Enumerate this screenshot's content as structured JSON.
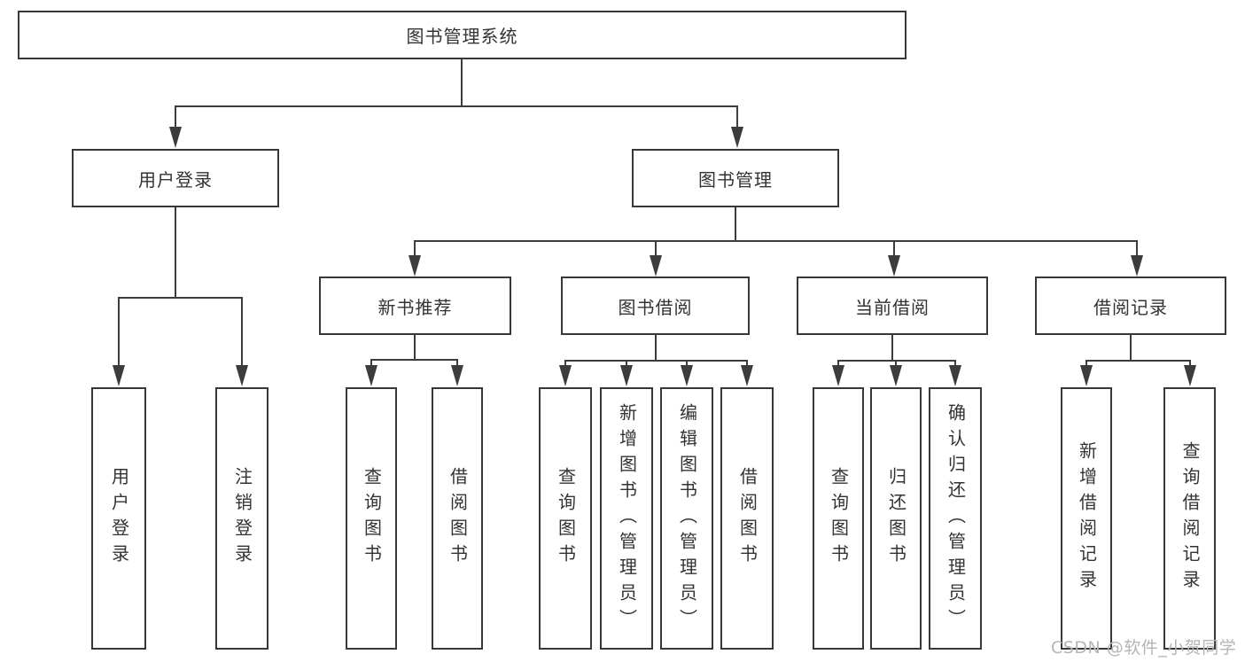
{
  "colors": {
    "line": "#3c3c3c",
    "box_border": "#383838",
    "text": "#333333",
    "watermark": "#b5b5b5",
    "background": "#ffffff"
  },
  "watermark": {
    "text": "CSDN @软件_小贺同学"
  },
  "tree": {
    "label": "图书管理系统",
    "children": [
      {
        "label": "用户登录",
        "children": [
          {
            "label": "用户登录"
          },
          {
            "label": "注销登录"
          }
        ]
      },
      {
        "label": "图书管理",
        "children": [
          {
            "label": "新书推荐",
            "children": [
              {
                "label": "查询图书"
              },
              {
                "label": "借阅图书"
              }
            ]
          },
          {
            "label": "图书借阅",
            "children": [
              {
                "label": "查询图书"
              },
              {
                "label": "新增图书（管理员）"
              },
              {
                "label": "编辑图书（管理员）"
              },
              {
                "label": "借阅图书"
              }
            ]
          },
          {
            "label": "当前借阅",
            "children": [
              {
                "label": "查询图书"
              },
              {
                "label": "归还图书"
              },
              {
                "label": "确认归还（管理员）"
              }
            ]
          },
          {
            "label": "借阅记录",
            "children": [
              {
                "label": "新增借阅记录"
              },
              {
                "label": "查询借阅记录"
              }
            ]
          }
        ]
      }
    ]
  }
}
